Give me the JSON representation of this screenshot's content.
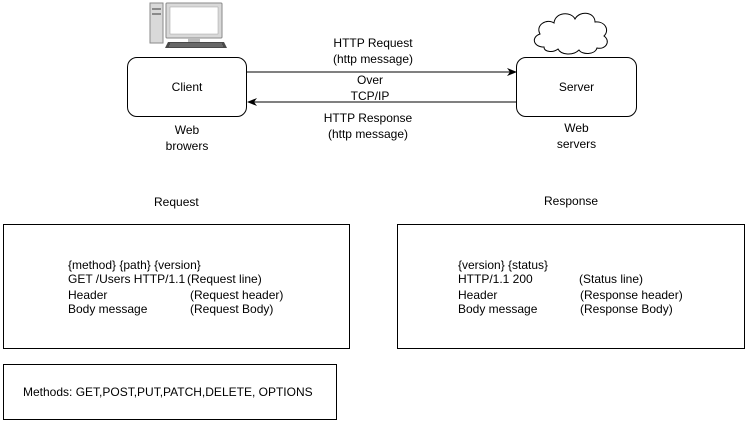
{
  "nodes": {
    "client": {
      "label": "Client",
      "caption": [
        "Web",
        "browers"
      ]
    },
    "server": {
      "label": "Server",
      "caption": [
        "Web",
        "servers"
      ]
    }
  },
  "edges": {
    "request": {
      "label": [
        "HTTP Request",
        "(http message)"
      ]
    },
    "middle": {
      "label": [
        "Over",
        "TCP/IP"
      ]
    },
    "response": {
      "label": [
        "HTTP Response",
        "(http message)"
      ]
    }
  },
  "request_panel": {
    "title": "Request",
    "template": "{method} {path} {version}",
    "rows": [
      {
        "left": "GET /Users HTTP/1.1",
        "right": "(Request line)"
      },
      {
        "left": "Header",
        "right": "(Request header)"
      },
      {
        "left": "Body message",
        "right": "(Request Body)"
      }
    ]
  },
  "response_panel": {
    "title": "Response",
    "template": "{version} {status}",
    "rows": [
      {
        "left": "HTTP/1.1 200",
        "right": "(Status line)"
      },
      {
        "left": "Header",
        "right": "(Response header)"
      },
      {
        "left": "Body message",
        "right": "(Response Body)"
      }
    ]
  },
  "methods": {
    "text": "Methods: GET,POST,PUT,PATCH,DELETE, OPTIONS"
  },
  "icons": {
    "client": "desktop-computer-icon",
    "server": "cloud-icon"
  }
}
